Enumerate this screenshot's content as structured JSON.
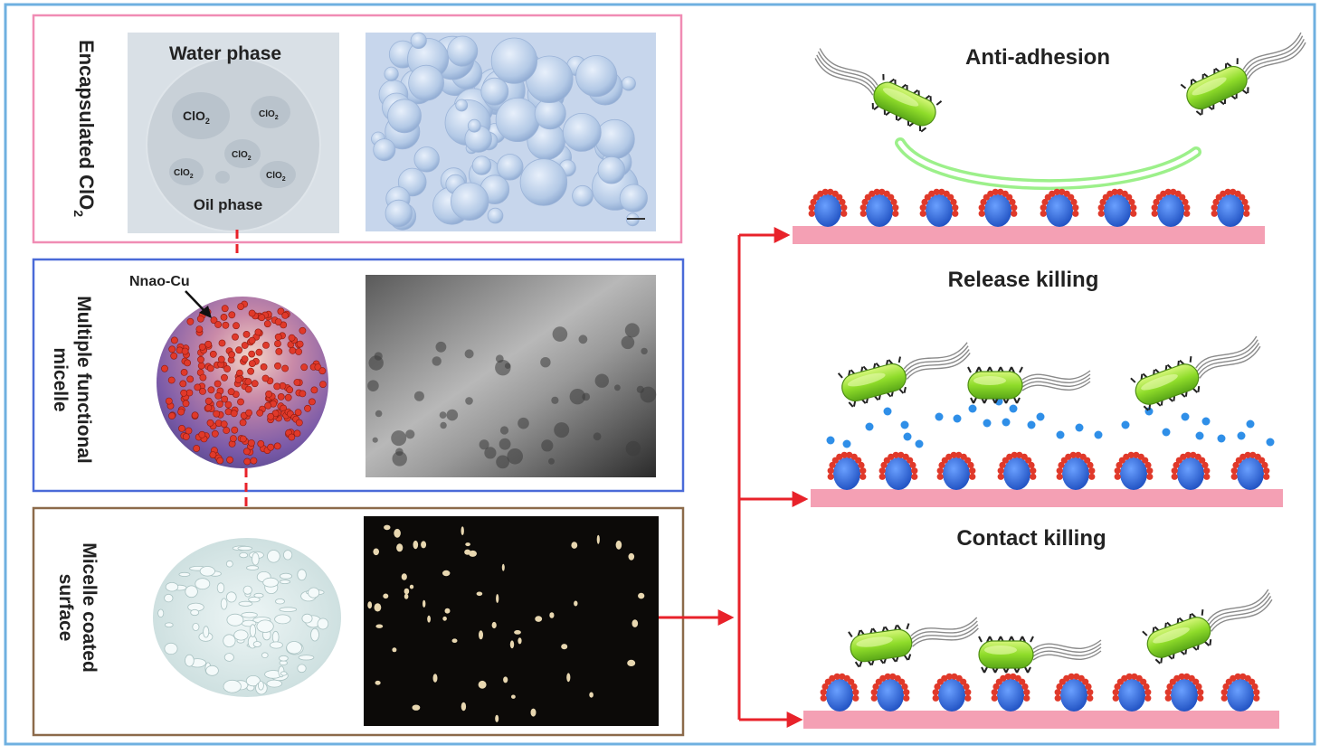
{
  "left_panels": {
    "encapsulated": {
      "side_label_main": "Encapsulated ClO",
      "side_label_sub": "2",
      "water_phase": "Water phase",
      "oil_phase": "Oil phase",
      "droplet_labels": [
        {
          "main": "ClO",
          "sub": "2"
        },
        {
          "main": "ClO",
          "sub": "2"
        },
        {
          "main": "ClO",
          "sub": "2"
        },
        {
          "main": "ClO",
          "sub": "2"
        },
        {
          "main": "ClO",
          "sub": "2"
        }
      ],
      "border_color": "#f08cb4"
    },
    "micelle": {
      "side_label_line1": "Multiple functional",
      "side_label_line2": "micelle",
      "callout": "Nnao-Cu",
      "border_color": "#4a6ad8"
    },
    "coated": {
      "side_label_line1": "Micelle coated",
      "side_label_line2": "surface",
      "border_color": "#8c6a4a"
    }
  },
  "right_panel": {
    "anti_adhesion": "Anti-adhesion",
    "release_killing": "Release killing",
    "contact_killing": "Contact killing",
    "frame_color": "#6fb0e0"
  },
  "colors": {
    "arrow": "#e8222a",
    "surface": "#f4a0b4",
    "bacteria": "#9ae030",
    "micelle_core": "#3a6cd8",
    "cu_bead": "#e0392a",
    "released_dot": "#2f8fe8"
  }
}
